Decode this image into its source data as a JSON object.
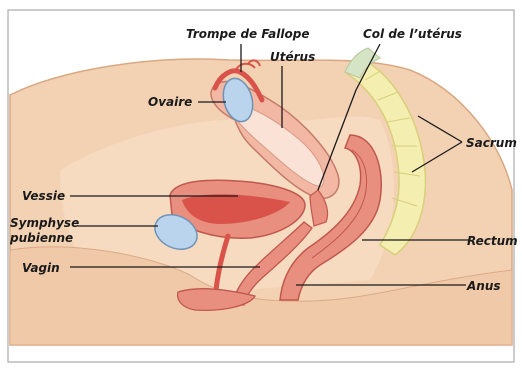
{
  "title": "",
  "labels": {
    "trompe": "Trompe de Fallope",
    "col": "Col de l’utérus",
    "uterus": "Utérus",
    "ovaire": "Ovaire",
    "sacrum": "Sacrum",
    "vessie": "Vessie",
    "symphyse_line1": "Symphyse",
    "symphyse_line2": "pubienne",
    "rectum": "Rectum",
    "vagin": "Vagin",
    "anus": "Anus"
  },
  "colors": {
    "skin": "#f3d2b4",
    "skin_dark": "#e9b995",
    "cavity": "#f6dcc2",
    "uterus_wall": "#f2b8a4",
    "uterus_inner": "#fbe2d6",
    "organ_red": "#d9534a",
    "organ_pink": "#e98f80",
    "bone": "#f4eeb0",
    "bone_edge": "#d8cf7a",
    "ovary_blue": "#b9d4ec",
    "ovary_edge": "#6f93b8",
    "leader": "#1a1a1a"
  }
}
